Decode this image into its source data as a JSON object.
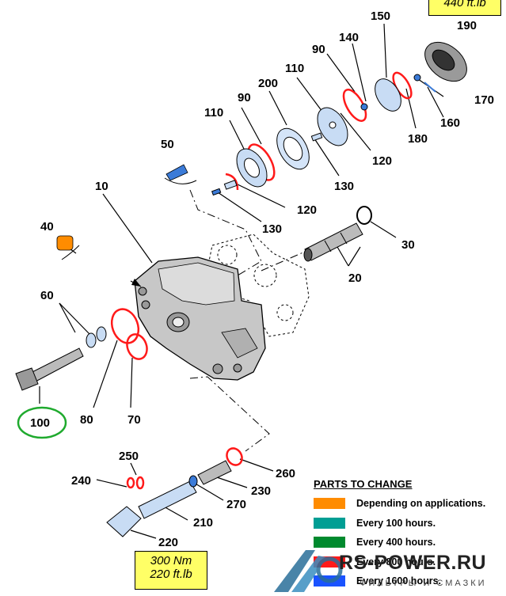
{
  "torque_top": "440 ft.lb",
  "torque_bottom": {
    "line1": "300 Nm",
    "line2": "220 ft.lb"
  },
  "labels": {
    "l10": "10",
    "l20": "20",
    "l30": "30",
    "l40": "40",
    "l50": "50",
    "l60": "60",
    "l70": "70",
    "l80": "80",
    "l90a": "90",
    "l90b": "90",
    "l100": "100",
    "l110a": "110",
    "l110b": "110",
    "l120a": "120",
    "l120b": "120",
    "l130a": "130",
    "l130b": "130",
    "l140": "140",
    "l150": "150",
    "l160": "160",
    "l170": "170",
    "l180": "180",
    "l190": "190",
    "l200": "200",
    "l210": "210",
    "l220": "220",
    "l230": "230",
    "l240": "240",
    "l250": "250",
    "l260": "260",
    "l270": "270"
  },
  "legend": {
    "title": "PARTS TO CHANGE",
    "items": [
      {
        "label": "Depending on applications.",
        "color": "#ff8c00"
      },
      {
        "label": "Every 100 hours.",
        "color": "#009e94"
      },
      {
        "label": "Every 400 hours.",
        "color": "#008a2e"
      },
      {
        "label": "Every 800 hours.",
        "color": "#ff1a1a"
      },
      {
        "label": "Every 1600 hours.",
        "color": "#1a53ff"
      }
    ]
  },
  "watermark": {
    "name": "RS-POWER.RU",
    "subtitle": "ФИЛЬТРЫ И СМАЗКИ"
  },
  "colors": {
    "red_seal": "#ff1a1a",
    "blue_part": "#3b7bd8",
    "orange_part": "#ff8c00",
    "green_highlight": "#1faa2e",
    "torque_bg": "#ffff66"
  }
}
